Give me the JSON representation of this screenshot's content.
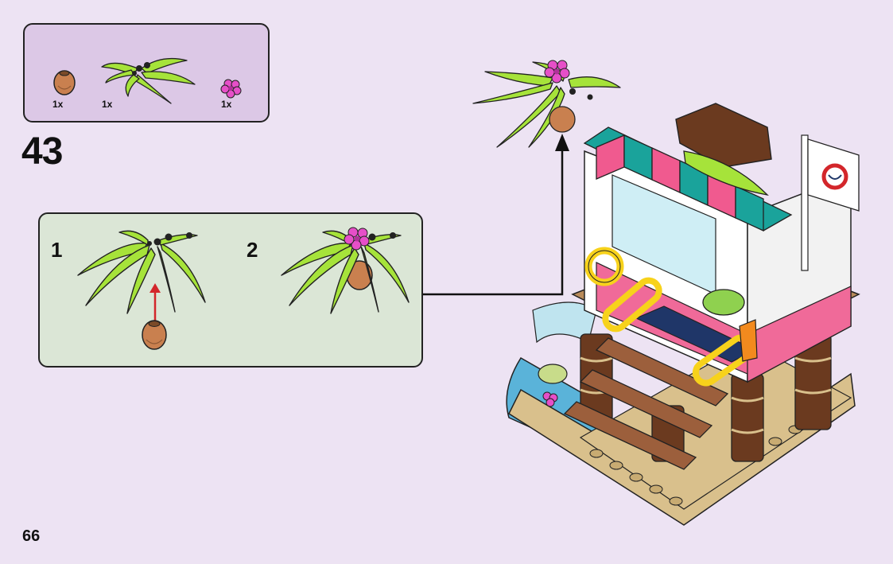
{
  "parts_list": {
    "items": [
      {
        "name": "coconut-brick",
        "quantity": "1x"
      },
      {
        "name": "palm-leaf",
        "quantity": "1x"
      },
      {
        "name": "flower",
        "quantity": "1x"
      }
    ]
  },
  "step": {
    "number": "43"
  },
  "substeps": [
    {
      "number": "1"
    },
    {
      "number": "2"
    }
  ],
  "page": {
    "number": "66"
  },
  "colors": {
    "background": "#ede3f3",
    "parts_box": "#dcc8e6",
    "substep_box": "#dbe6d6",
    "leaf_green": "#a6e33a",
    "coconut_brown": "#c9804f",
    "flower_pink": "#e64fc8",
    "arrow_red": "#d3262b"
  }
}
